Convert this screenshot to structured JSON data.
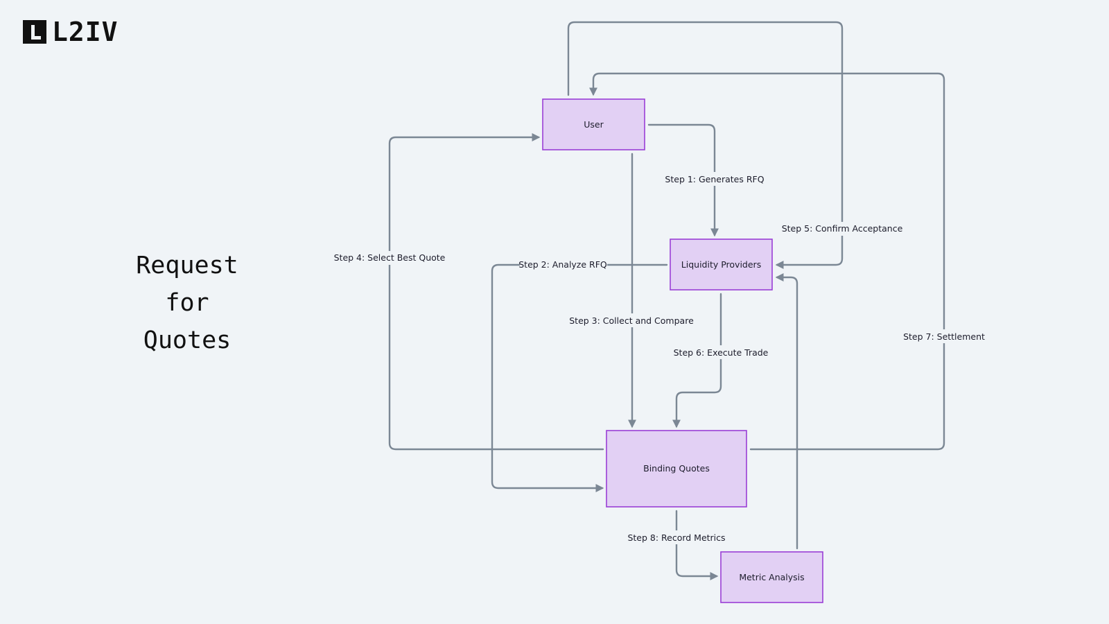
{
  "logo": {
    "text": "L2IV",
    "mark_letter": "L"
  },
  "title": {
    "lines": [
      "Request",
      "for",
      "Quotes"
    ]
  },
  "colors": {
    "background": "#f0f4f7",
    "node_fill": "#e2d0f4",
    "node_stroke": "#9a3ed6",
    "edge": "#7b8794",
    "text": "#1c1c2b"
  },
  "nodes": {
    "user": "User",
    "liquidity_providers": "Liquidity Providers",
    "binding_quotes": "Binding Quotes",
    "metric_analysis": "Metric Analysis"
  },
  "edges": {
    "step1": "Step 1: Generates RFQ",
    "step2": "Step 2: Analyze RFQ",
    "step3": "Step 3: Collect and Compare",
    "step4": "Step 4: Select Best Quote",
    "step5": "Step 5: Confirm Acceptance",
    "step6": "Step 6: Execute Trade",
    "step7": "Step 7: Settlement",
    "step8": "Step 8: Record Metrics"
  }
}
